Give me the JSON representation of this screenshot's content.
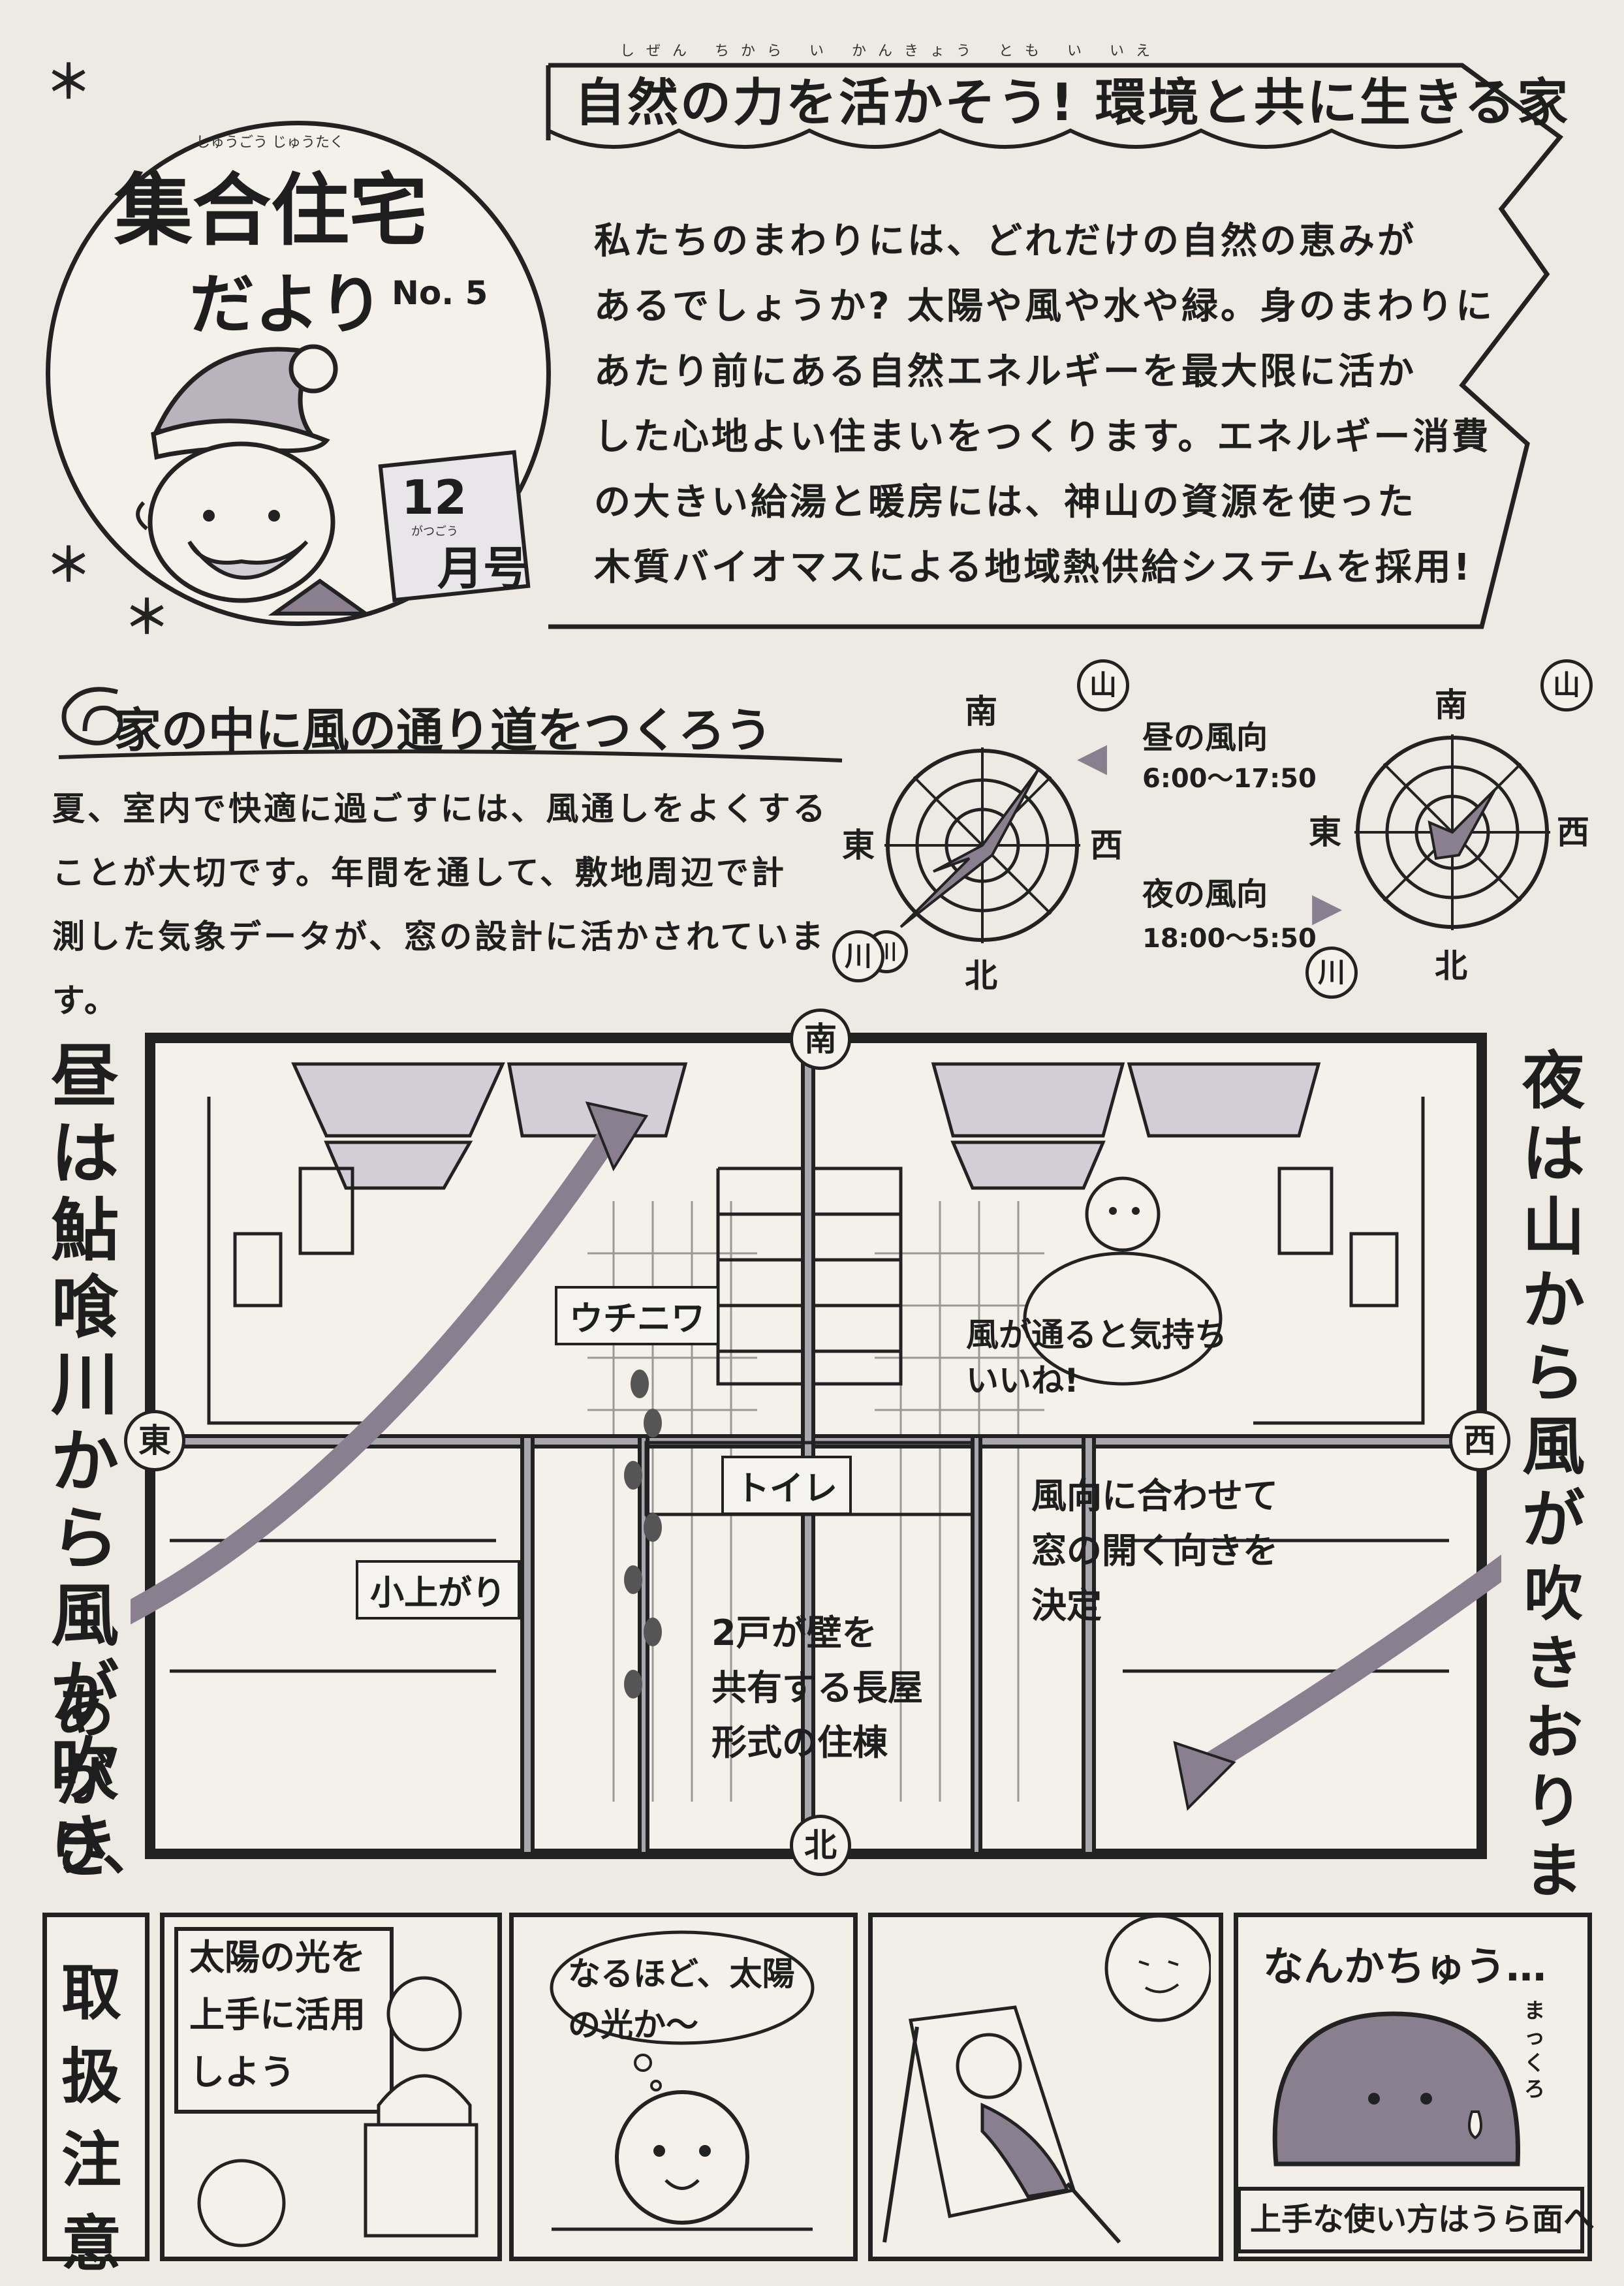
{
  "masthead": {
    "title_ruby": "しゅうごう じゅうたく",
    "title": "集合住宅",
    "subtitle": "だより",
    "issue": "No. 5",
    "month_number": "12",
    "month_label": "月号",
    "month_ruby": "がつごう"
  },
  "banner": {
    "headline": "自然の力を活かそう! 環境と共に生きる家",
    "ruby": "しぜん ちから い かんきょう とも い いえ"
  },
  "intro": {
    "lines": [
      "私たちのまわりには、どれだけの自然の恵みが",
      "あるでしょうか? 太陽や風や水や緑。身のまわりに",
      "あたり前にある自然エネルギーを最大限に活か",
      "した心地よい住まいをつくります。エネルギー消費",
      "の大きい給湯と暖房には、神山の資源を使った",
      "木質バイオマスによる地域熱供給システムを採用!"
    ]
  },
  "wind_section": {
    "heading": "家の中に風の通り道をつくろう",
    "body_lines": [
      "夏、室内で快適に過ごすには、風通しをよくする",
      "ことが大切です。年間を通して、敷地周辺で計",
      "測した気象データが、窓の設計に活かされています。"
    ],
    "river_mark": "川",
    "day": {
      "label": "昼の風向",
      "time": "6:00〜17:50"
    },
    "night": {
      "label": "夜の風向",
      "time": "18:00〜5:50"
    },
    "compass": {
      "south": "南",
      "north": "北",
      "east": "東",
      "west": "西",
      "mountain": "山",
      "river": "川"
    }
  },
  "plan": {
    "left_caption": "昼は鮎喰川から風が吹き",
    "left_caption_tail": "あがり、",
    "right_caption": "夜は山から風が",
    "right_caption_tail": "吹きおります",
    "south": "南",
    "north": "北",
    "east": "東",
    "west": "西",
    "room_uchiniwa": "ウチニワ",
    "room_toilet": "トイレ",
    "room_agari": "小上がり",
    "speech": "風が通ると気持ちいいね!",
    "note_window": [
      "風向に合わせて",
      "窓の開く向きを",
      "決定"
    ],
    "note_row": [
      "2戸が壁を",
      "共有する長屋",
      "形式の住棟"
    ]
  },
  "comic": {
    "side_label": "取扱注意",
    "panel1": "太陽の光を上手に活用しよう",
    "panel2": "なるほど、太陽の光か〜",
    "panel4": "なんかちゅう…",
    "panel4_aside": "まっくろ",
    "footer": "上手な使い方はうら面へ"
  },
  "colors": {
    "paper": "#eceae2",
    "ink": "#1e1e1e",
    "shade": "#8a7f8e",
    "accent_gray": "#a9a6ae"
  }
}
